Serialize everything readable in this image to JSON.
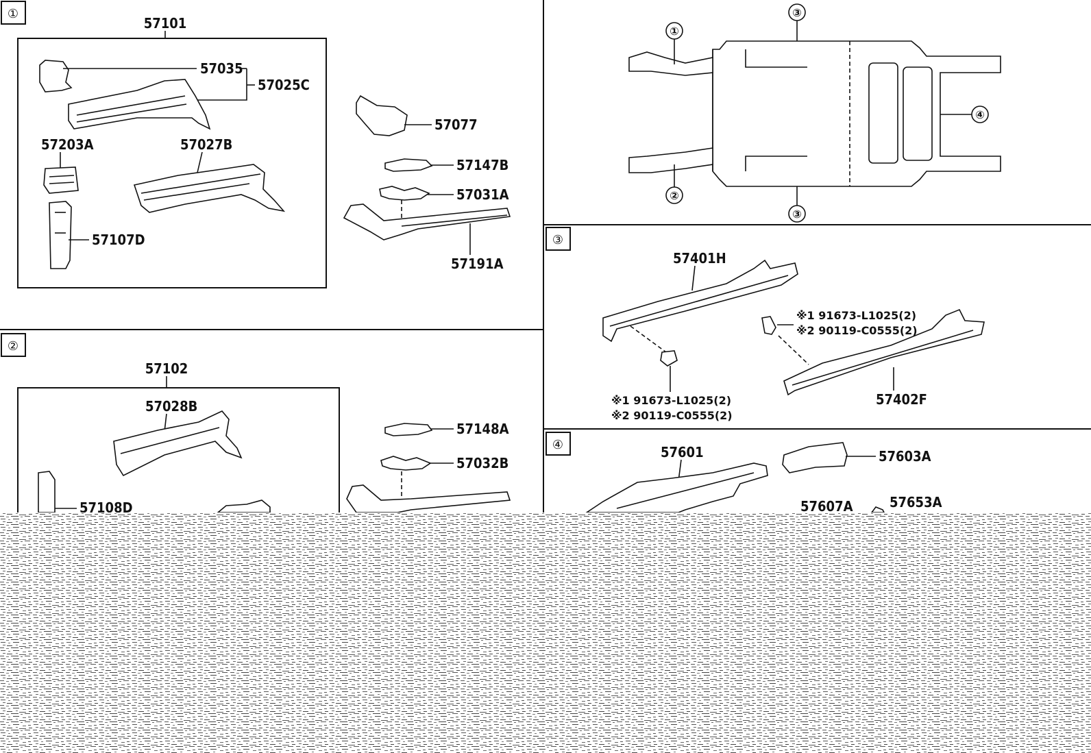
{
  "panels": [
    {
      "id": "1",
      "callout": "①",
      "group": "57101"
    },
    {
      "id": "2",
      "callout": "②",
      "group": "57102"
    },
    {
      "id": "3",
      "callout": "③"
    },
    {
      "id": "4",
      "callout": "④"
    }
  ],
  "overview_callouts": [
    "①",
    "②",
    "③",
    "③",
    "④"
  ],
  "panel1_parts": [
    "57035",
    "57025C",
    "57203A",
    "57027B",
    "57107D",
    "57077",
    "57147B",
    "57031A",
    "57191A"
  ],
  "panel2_parts": [
    "57028B",
    "57108D",
    "57148A",
    "57032B"
  ],
  "panel3_parts": [
    "57401H",
    "57402F"
  ],
  "panel3_bolts": {
    "right": [
      "※1 91673-L1025(2)",
      "※2 90119-C0555(2)"
    ],
    "left": [
      "※1 91673-L1025(2)",
      "※2 90119-C0555(2)"
    ]
  },
  "panel4_parts": [
    "57601",
    "57603A",
    "57607A",
    "57653A"
  ]
}
